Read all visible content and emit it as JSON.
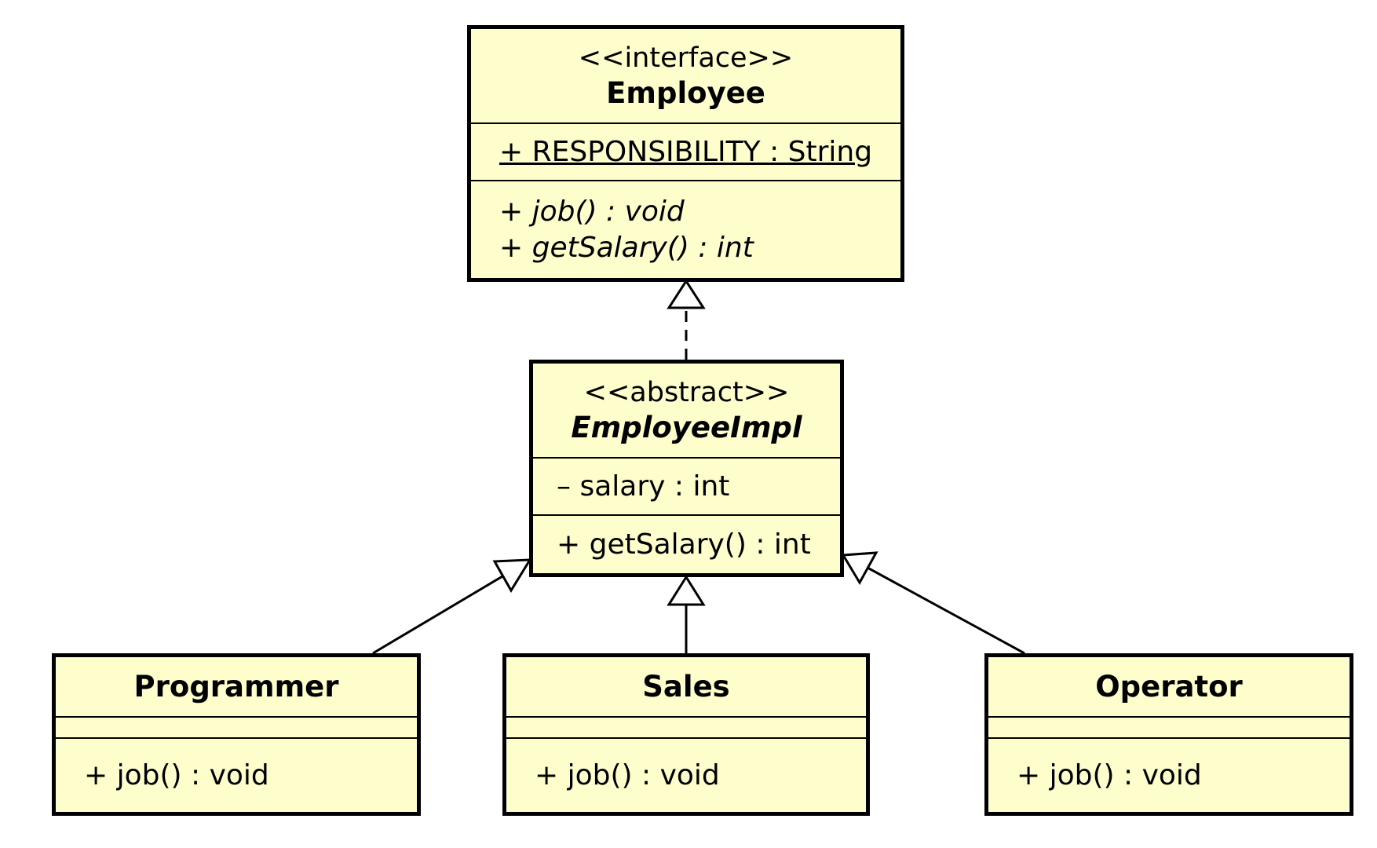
{
  "classes": {
    "employee": {
      "stereotype": "<<interface>>",
      "name": "Employee",
      "attributes": [
        "+ RESPONSIBILITY : String"
      ],
      "operations": [
        "+ job() : void",
        "+ getSalary() : int"
      ]
    },
    "employee_impl": {
      "stereotype": "<<abstract>>",
      "name": "EmployeeImpl",
      "attributes": [
        "– salary : int"
      ],
      "operations": [
        "+ getSalary() : int"
      ]
    },
    "programmer": {
      "name": "Programmer",
      "operations": [
        "+ job() : void"
      ]
    },
    "sales": {
      "name": "Sales",
      "operations": [
        "+ job() : void"
      ]
    },
    "operator": {
      "name": "Operator",
      "operations": [
        "+ job() : void"
      ]
    }
  },
  "relationships": [
    {
      "from": "EmployeeImpl",
      "to": "Employee",
      "kind": "realization"
    },
    {
      "from": "Programmer",
      "to": "EmployeeImpl",
      "kind": "generalization"
    },
    {
      "from": "Sales",
      "to": "EmployeeImpl",
      "kind": "generalization"
    },
    {
      "from": "Operator",
      "to": "EmployeeImpl",
      "kind": "generalization"
    }
  ],
  "colors": {
    "class_fill": "#fefecd",
    "border": "#000000"
  }
}
